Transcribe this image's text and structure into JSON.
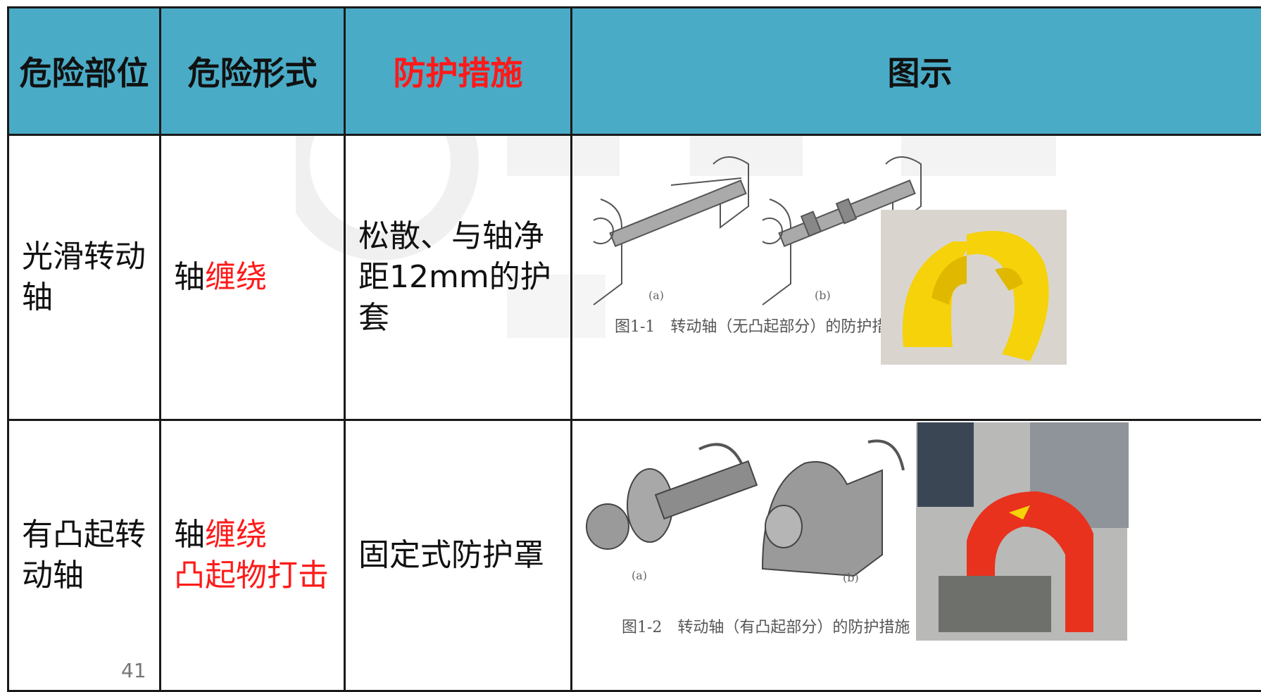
{
  "header": {
    "col1": "危险部位",
    "col2": "危险形式",
    "col3": "防护措施",
    "col4": "图示"
  },
  "rows": [
    {
      "part": "光滑转动轴",
      "risk_a": "轴",
      "risk_b": "缠绕",
      "measure": "松散、与轴净距12mm的护套",
      "fig_caption": "图1-1　转动轴（无凸起部分）的防护措施",
      "fig_a": "(a)",
      "fig_b": "(b)"
    },
    {
      "part": "有凸起转动轴",
      "risk_a": "轴",
      "risk_b": "缠绕",
      "risk_c": "凸起物打击",
      "measure": "固定式防护罩",
      "fig_caption": "图1-2　转动轴（有凸起部分）的防护措施",
      "fig_a": "(a)",
      "fig_b": "(b)"
    }
  ],
  "page_number": "41",
  "colors": {
    "header_bg": "#4aabc6",
    "highlight": "#ff1a1a",
    "yellow_guard": "#f5d20a",
    "red_guard": "#e8321e"
  }
}
